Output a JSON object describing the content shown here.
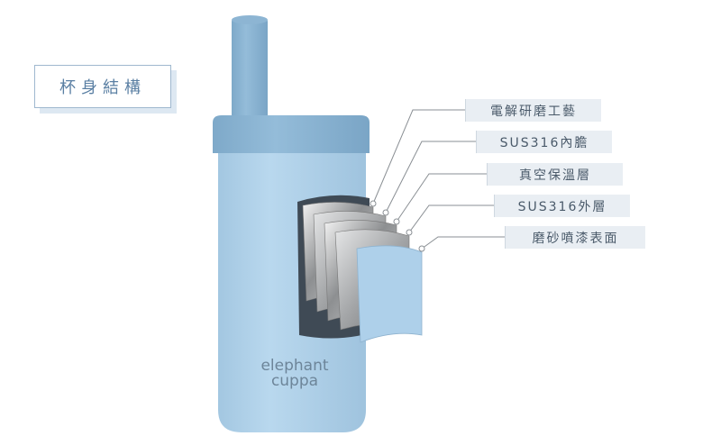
{
  "section_title": "杯身結構",
  "layers": [
    {
      "label": "電解研磨工藝"
    },
    {
      "label": "SUS316內膽"
    },
    {
      "label": "真空保溫層"
    },
    {
      "label": "SUS316外層"
    },
    {
      "label": "磨砂噴漆表面"
    }
  ],
  "product_logo": "elephant cuppa",
  "colors": {
    "cup_body": "#a9cde6",
    "lid": "#7aaacf",
    "accent_text": "#5a7fa3",
    "label_bg": "#e9eef3"
  }
}
